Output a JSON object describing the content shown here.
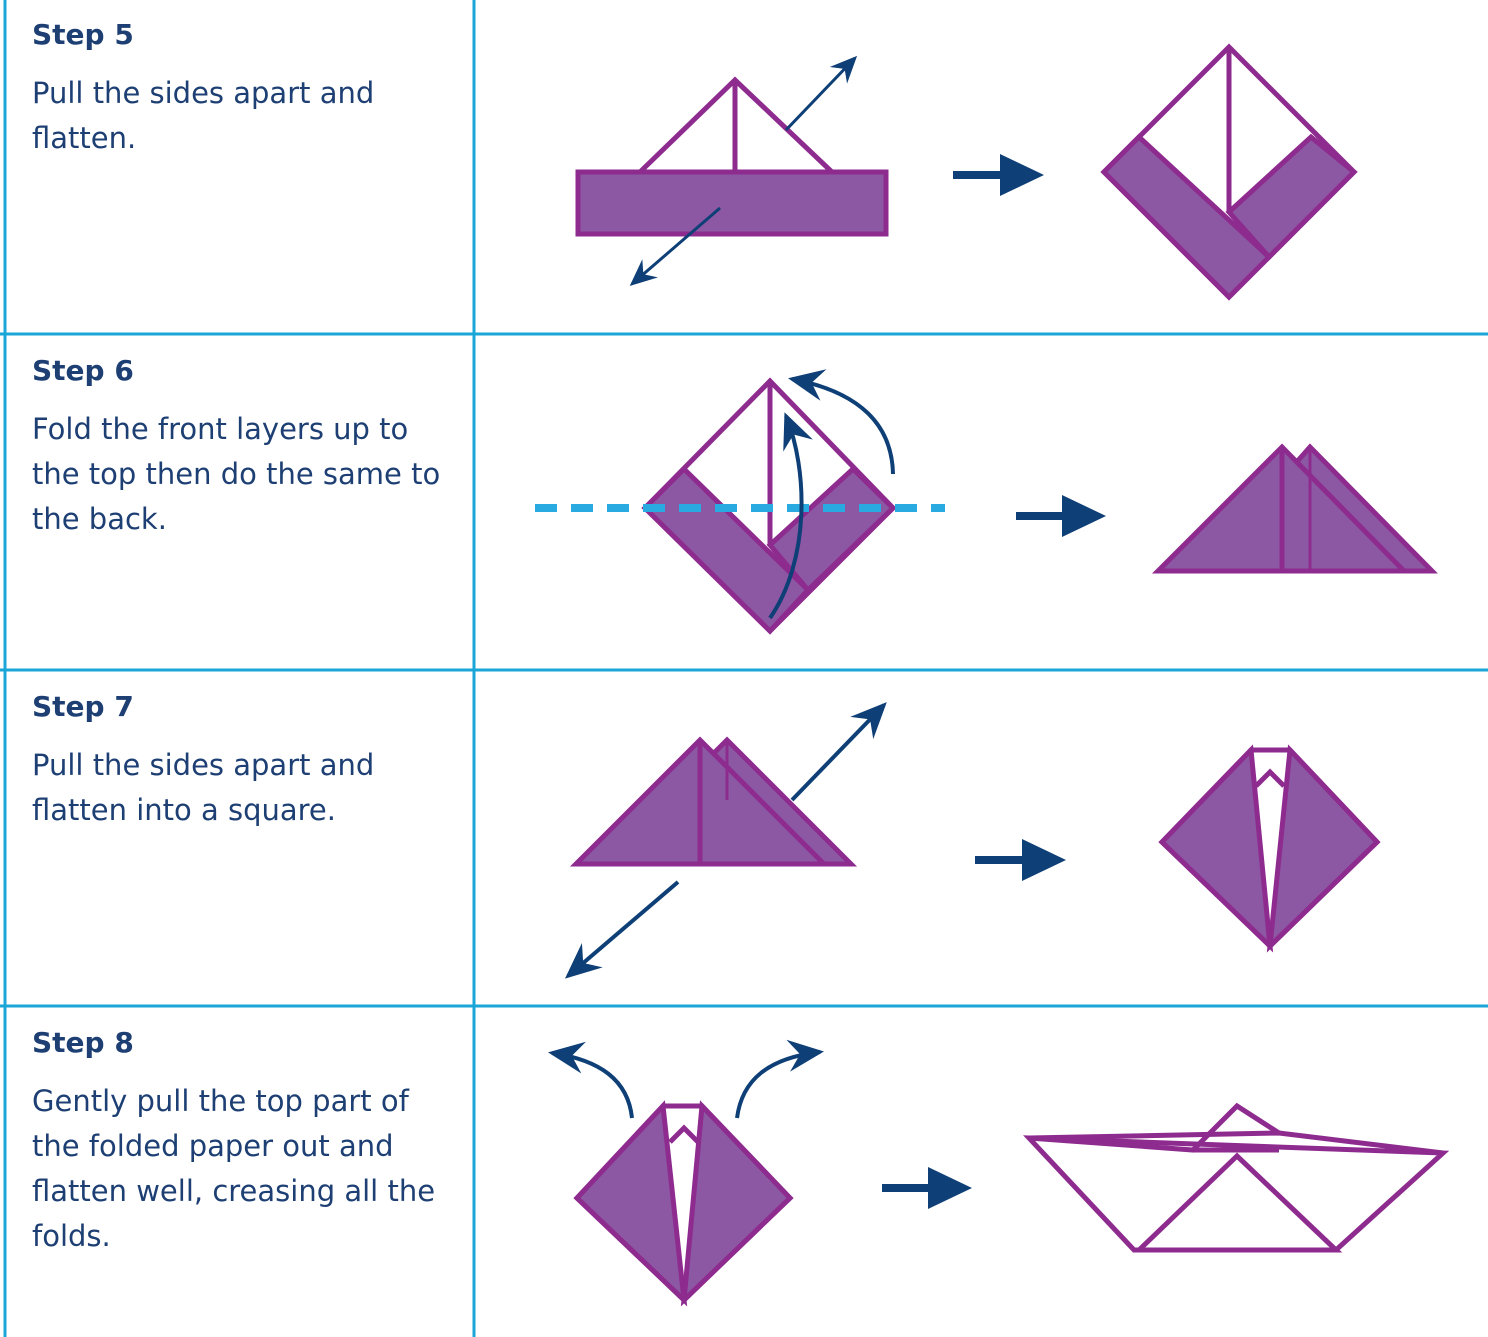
{
  "colors": {
    "border": "#1aa6d6",
    "text": "#1d3f73",
    "paper_fill": "#8c58a3",
    "paper_stroke": "#8e2b8f",
    "arrow": "#0e3f76",
    "fold_line": "#29abe2"
  },
  "steps": [
    {
      "title": "Step 5",
      "text": "Pull the sides apart and flatten."
    },
    {
      "title": "Step 6",
      "text": "Fold the front layers up to the top then do the same to the back."
    },
    {
      "title": "Step 7",
      "text": "Pull the sides apart and flatten into a square."
    },
    {
      "title": "Step 8",
      "text": "Gently pull the top part of the folded paper out and flatten well, creasing all the folds."
    }
  ]
}
